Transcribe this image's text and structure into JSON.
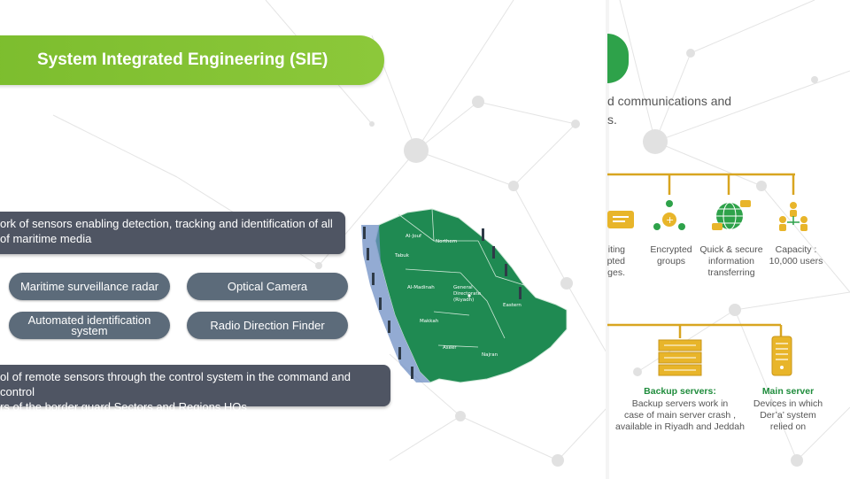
{
  "left_slide": {
    "title": "System Integrated Engineering (SIE)",
    "info_1": {
      "line1": "ork of sensors enabling detection, tracking and identification of all",
      "line2": "of maritime media"
    },
    "sensors": {
      "radar": "Maritime surveillance radar",
      "camera": "Optical Camera",
      "ais_line1": "Automated identification",
      "ais_line2": "system",
      "rdf": "Radio Direction Finder"
    },
    "info_2": {
      "line1": "ol of remote sensors through the control system in the command and control",
      "line2": "rs of the border guard Sectors and Regions HQs"
    },
    "map": {
      "regions": [
        "Al-Jouf",
        "Northern",
        "Tabuk",
        "Al-Madinah",
        "General",
        "Directorate",
        "(Riyadh)",
        "Eastern",
        "Makkah",
        "Aseer",
        "Najran"
      ],
      "colors": {
        "land": "#1f8a52",
        "coast": "#6f8fc4",
        "border": "#cfe8d8"
      }
    }
  },
  "right_slide": {
    "heading_1": "d communications and",
    "heading_2": "s.",
    "features": [
      {
        "l1": "iting",
        "l2": "pted",
        "l3": "ges."
      },
      {
        "l1": "Encrypted",
        "l2": "groups",
        "l3": ""
      },
      {
        "l1": "Quick & secure",
        "l2": "information",
        "l3": "transferring"
      },
      {
        "l1": "Capacity :",
        "l2": "10,000 users",
        "l3": ""
      }
    ],
    "backup": {
      "title": "Backup servers:",
      "desc_1": "Backup servers work in",
      "desc_2": "case of main server crash ,",
      "desc_3": "available in Riyadh and Jeddah"
    },
    "main": {
      "title": "Main server",
      "desc_1": "Devices in which",
      "desc_2": "Der’a’ system",
      "desc_3": "relied on"
    },
    "colors": {
      "accent_green": "#2ea24a",
      "tree_line": "#d8a520",
      "server_gold": "#e8b52a",
      "title_green": "#1f8c3c"
    }
  },
  "theme": {
    "banner_green": "#7cbd2e",
    "bar_dark": "#4f5563",
    "pill": "#5c6b7a"
  }
}
